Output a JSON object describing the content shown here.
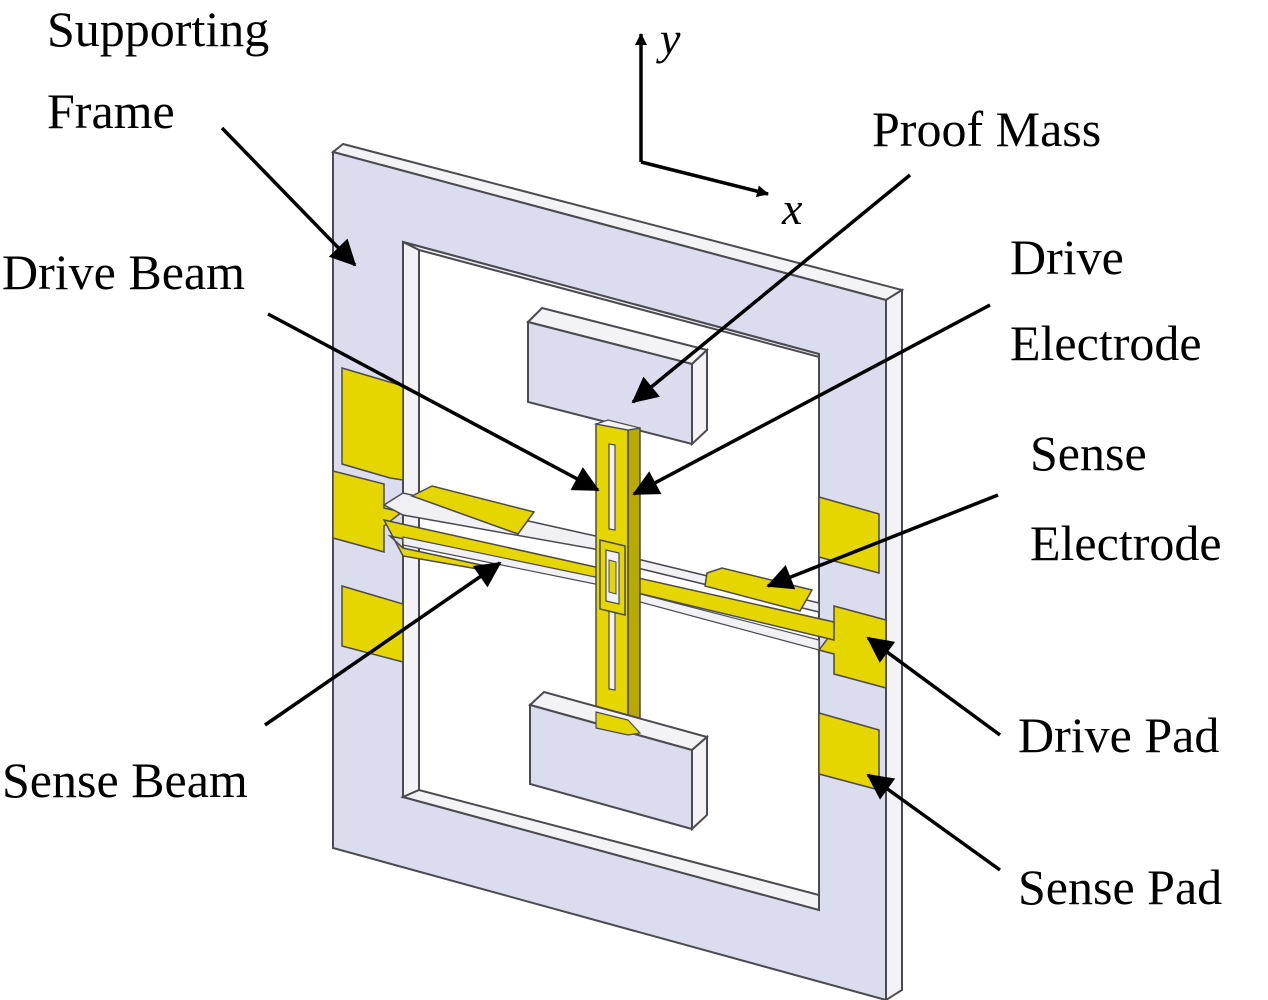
{
  "colors": {
    "frame_face": "#dcdcef",
    "frame_side": "#f2f2f7",
    "frame_edge": "#4a4a50",
    "gold": "#e6d600",
    "gold_dark": "#b8aa00",
    "line": "#000000"
  },
  "axes": {
    "y": "y",
    "x": "x"
  },
  "labels": {
    "supporting_frame_1": "Supporting",
    "supporting_frame_2": "Frame",
    "proof_mass": "Proof Mass",
    "drive_beam": "Drive Beam",
    "drive_electrode_1": "Drive",
    "drive_electrode_2": "Electrode",
    "sense_electrode_1": "Sense",
    "sense_electrode_2": "Electrode",
    "sense_beam": "Sense Beam",
    "drive_pad": "Drive Pad",
    "sense_pad": "Sense Pad"
  }
}
